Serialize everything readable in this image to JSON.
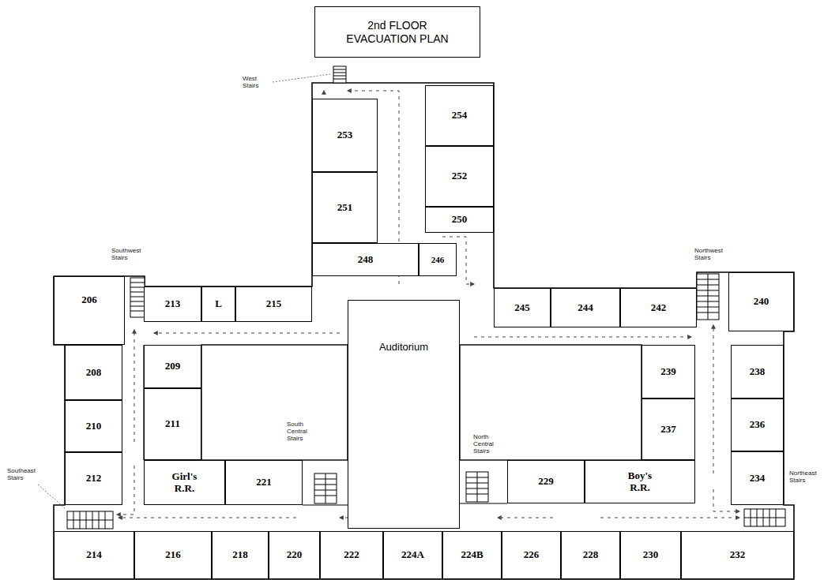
{
  "diagram": {
    "title": "2nd FLOOR EVACUATION PLAN",
    "nodes": [
      {
        "text": [
          "253"
        ]
      },
      {
        "text": [
          "254"
        ]
      },
      {
        "text": [
          "252"
        ]
      },
      {
        "text": [
          "251"
        ]
      },
      {
        "text": [
          "250"
        ]
      },
      {
        "text": [
          "248"
        ]
      },
      {
        "text": [
          "246"
        ]
      },
      {
        "text": [
          "206"
        ]
      },
      {
        "text": [
          "213"
        ]
      },
      {
        "text": [
          "L"
        ]
      },
      {
        "text": [
          "215"
        ]
      },
      {
        "text": [
          "245"
        ]
      },
      {
        "text": [
          "244"
        ]
      },
      {
        "text": [
          "242"
        ]
      },
      {
        "text": [
          "240"
        ]
      },
      {
        "text": [
          "Auditorium"
        ]
      },
      {
        "text": [
          "208"
        ]
      },
      {
        "text": [
          "209"
        ]
      },
      {
        "text": [
          "239"
        ]
      },
      {
        "text": [
          "238"
        ]
      },
      {
        "text": [
          "210"
        ]
      },
      {
        "text": [
          "211"
        ]
      },
      {
        "text": [
          "237"
        ]
      },
      {
        "text": [
          "236"
        ]
      },
      {
        "text": [
          "212"
        ]
      },
      {
        "text": [
          "Girl's R.R."
        ]
      },
      {
        "text": [
          "221"
        ]
      },
      {
        "text": [
          "229"
        ]
      },
      {
        "text": [
          "Boy's R.R."
        ]
      },
      {
        "text": [
          "234"
        ]
      },
      {
        "text": [
          "214"
        ]
      },
      {
        "text": [
          "216"
        ]
      },
      {
        "text": [
          "218"
        ]
      },
      {
        "text": [
          "220"
        ]
      },
      {
        "text": [
          "222"
        ]
      },
      {
        "text": [
          "224A"
        ]
      },
      {
        "text": [
          "224B"
        ]
      },
      {
        "text": [
          "226"
        ]
      },
      {
        "text": [
          "228"
        ]
      },
      {
        "text": [
          "230"
        ]
      },
      {
        "text": [
          "232"
        ]
      }
    ],
    "labels": [
      "West Stairs",
      "Southwest Stairs",
      "Northwest Stairs",
      "South Central Stairs",
      "North Central Stairs",
      "Southeast Stairs",
      "Northeast Stairs"
    ]
  }
}
